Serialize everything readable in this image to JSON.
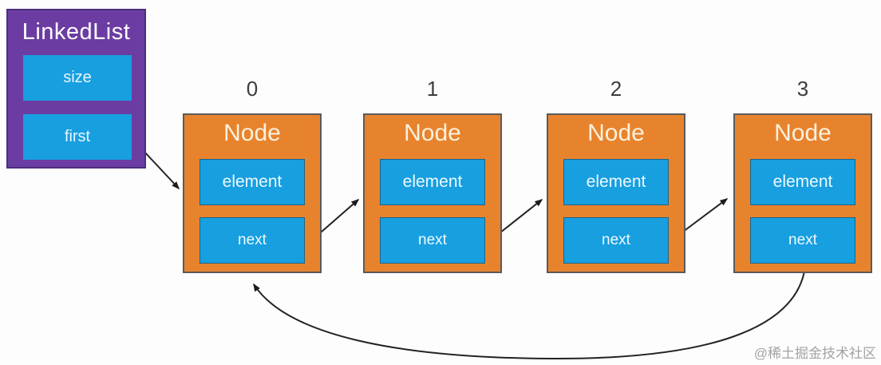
{
  "linkedlist": {
    "title": "LinkedList",
    "fields": [
      {
        "label": "size"
      },
      {
        "label": "first"
      }
    ]
  },
  "nodes": [
    {
      "index": "0",
      "title": "Node",
      "fields": [
        "element",
        "next"
      ]
    },
    {
      "index": "1",
      "title": "Node",
      "fields": [
        "element",
        "next"
      ]
    },
    {
      "index": "2",
      "title": "Node",
      "fields": [
        "element",
        "next"
      ]
    },
    {
      "index": "3",
      "title": "Node",
      "fields": [
        "element",
        "next"
      ]
    }
  ],
  "edges": [
    {
      "from": "linkedlist.first",
      "to": "node-0"
    },
    {
      "from": "node-0.next",
      "to": "node-1"
    },
    {
      "from": "node-1.next",
      "to": "node-2"
    },
    {
      "from": "node-2.next",
      "to": "node-3"
    },
    {
      "from": "node-3.next",
      "to": "node-0"
    }
  ],
  "watermark": "@稀土掘金技术社区",
  "colors": {
    "purple": "#6b3da2",
    "purple-border": "#4a2f7e",
    "orange": "#e8832d",
    "blue": "#179fe0",
    "node-border": "#5a5a5a",
    "arrow": "#222222",
    "index-text": "#3d3d3d",
    "watermark-text": "#a3a3a3"
  }
}
